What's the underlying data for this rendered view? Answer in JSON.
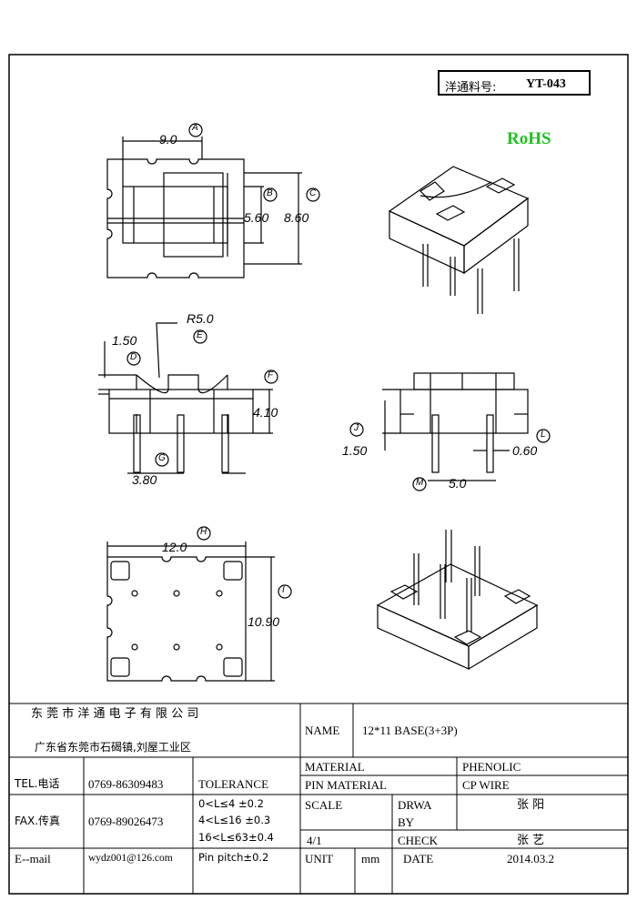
{
  "part_number": {
    "label": "洋通料号:",
    "value": "YT-043"
  },
  "rohs": "RoHS",
  "dims": {
    "A": "A",
    "A_val": "9.0",
    "B": "B",
    "B_val": "5.60",
    "C": "C",
    "C_val": "8.60",
    "D": "D",
    "D_val": "1.50",
    "E": "E",
    "E_val": "R5.0",
    "F": "F",
    "F_val": "4.10",
    "G": "G",
    "G_val": "3.80",
    "H": "H",
    "H_val": "12.0",
    "I": "I",
    "I_val": "10.90",
    "J": "J",
    "J_val": "1.50",
    "L": "L",
    "L_val": "0.60",
    "M": "M",
    "M_val": "5.0"
  },
  "title_block": {
    "company": "东 莞 市 洋 通 电 子 有 限 公 司",
    "address": "广东省东莞市石碣镇,刘屋工业区",
    "name_label": "NAME",
    "name_value": "12*11 BASE(3+3P)",
    "tel_label": "TEL.电话",
    "tel_value": "0769-86309483",
    "fax_label": "FAX.传真",
    "fax_value": "0769-89026473",
    "email_label": "E--mail",
    "email_value": "wydz001@126.com",
    "tolerance_label": "TOLERANCE",
    "tolerance_lines": [
      "0<L≤4   ±0.2",
      "4<L≤16  ±0.3",
      "16<L≤63±0.4",
      "Pin pitch±0.2"
    ],
    "material_label": "MATERIAL",
    "material_value": "PHENOLIC",
    "pin_material_label": "PIN MATERIAL",
    "pin_material_value": "CP WIRE",
    "scale_label": "SCALE",
    "scale_value": "4/1",
    "drawn_label_1": "DRWA",
    "drawn_label_2": "BY",
    "drawn_value": "张 阳",
    "check_label": "CHECK",
    "check_value": "张 艺",
    "unit_label": "UNIT",
    "unit_value": "mm",
    "date_label": "DATE",
    "date_value": "2014.03.2"
  }
}
